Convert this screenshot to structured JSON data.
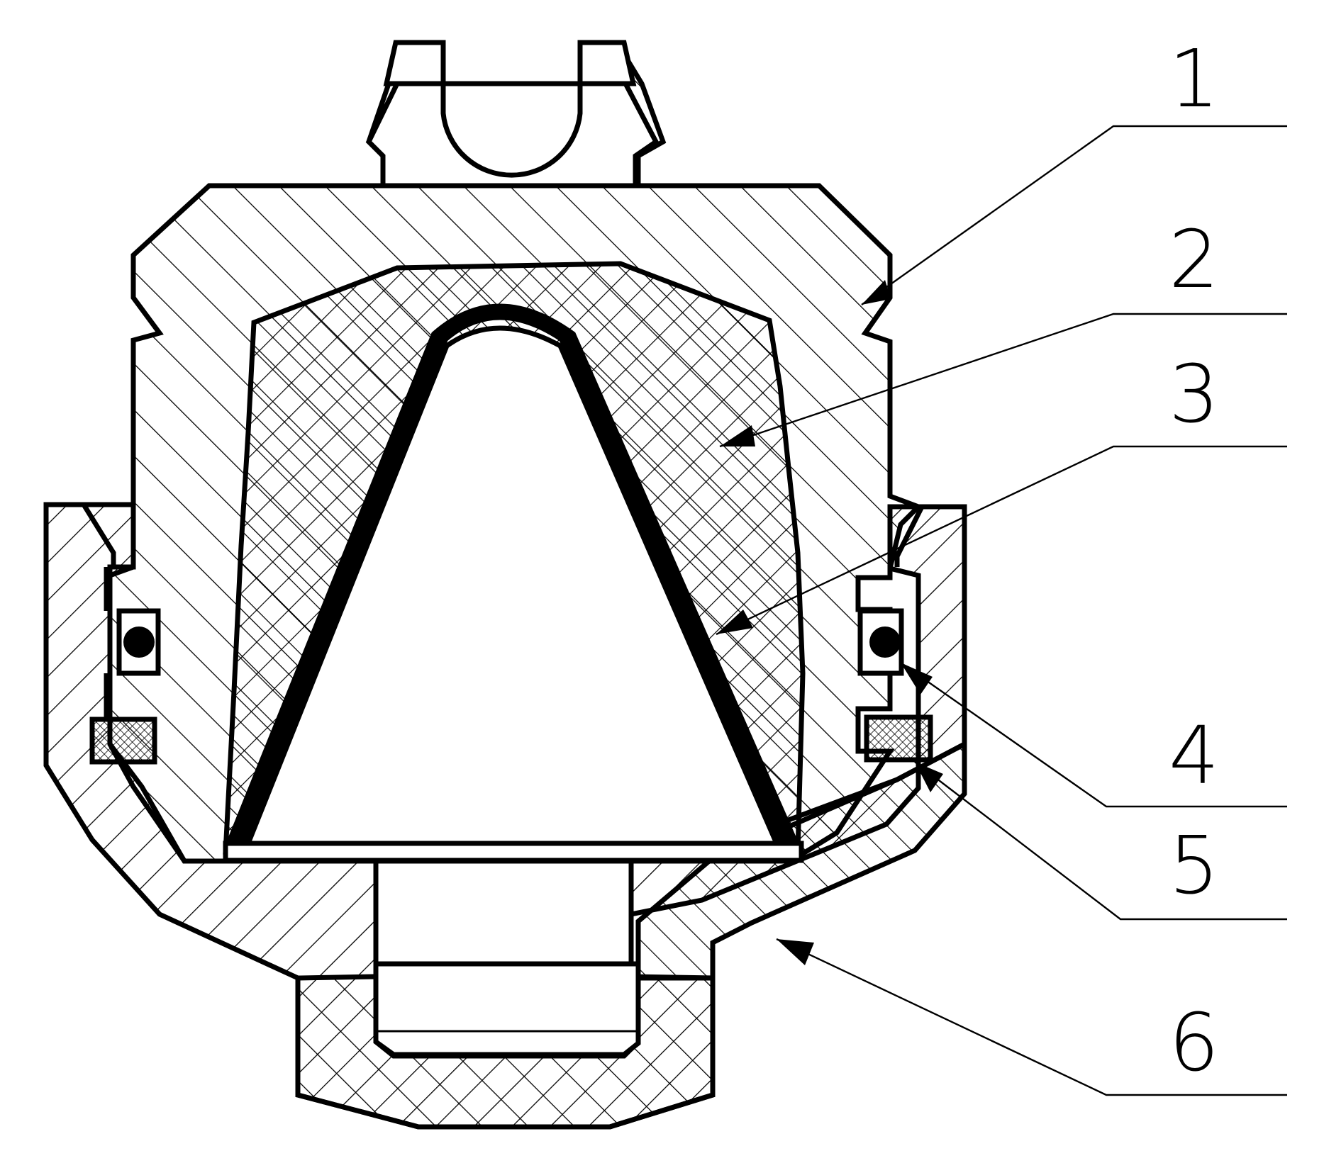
{
  "figure": {
    "labels": [
      {
        "id": "1",
        "text": "1"
      },
      {
        "id": "2",
        "text": "2"
      },
      {
        "id": "3",
        "text": "3"
      },
      {
        "id": "4",
        "text": "4"
      },
      {
        "id": "5",
        "text": "5"
      },
      {
        "id": "6",
        "text": "6"
      }
    ]
  },
  "colors": {
    "line": "#000000",
    "background": "#ffffff"
  }
}
